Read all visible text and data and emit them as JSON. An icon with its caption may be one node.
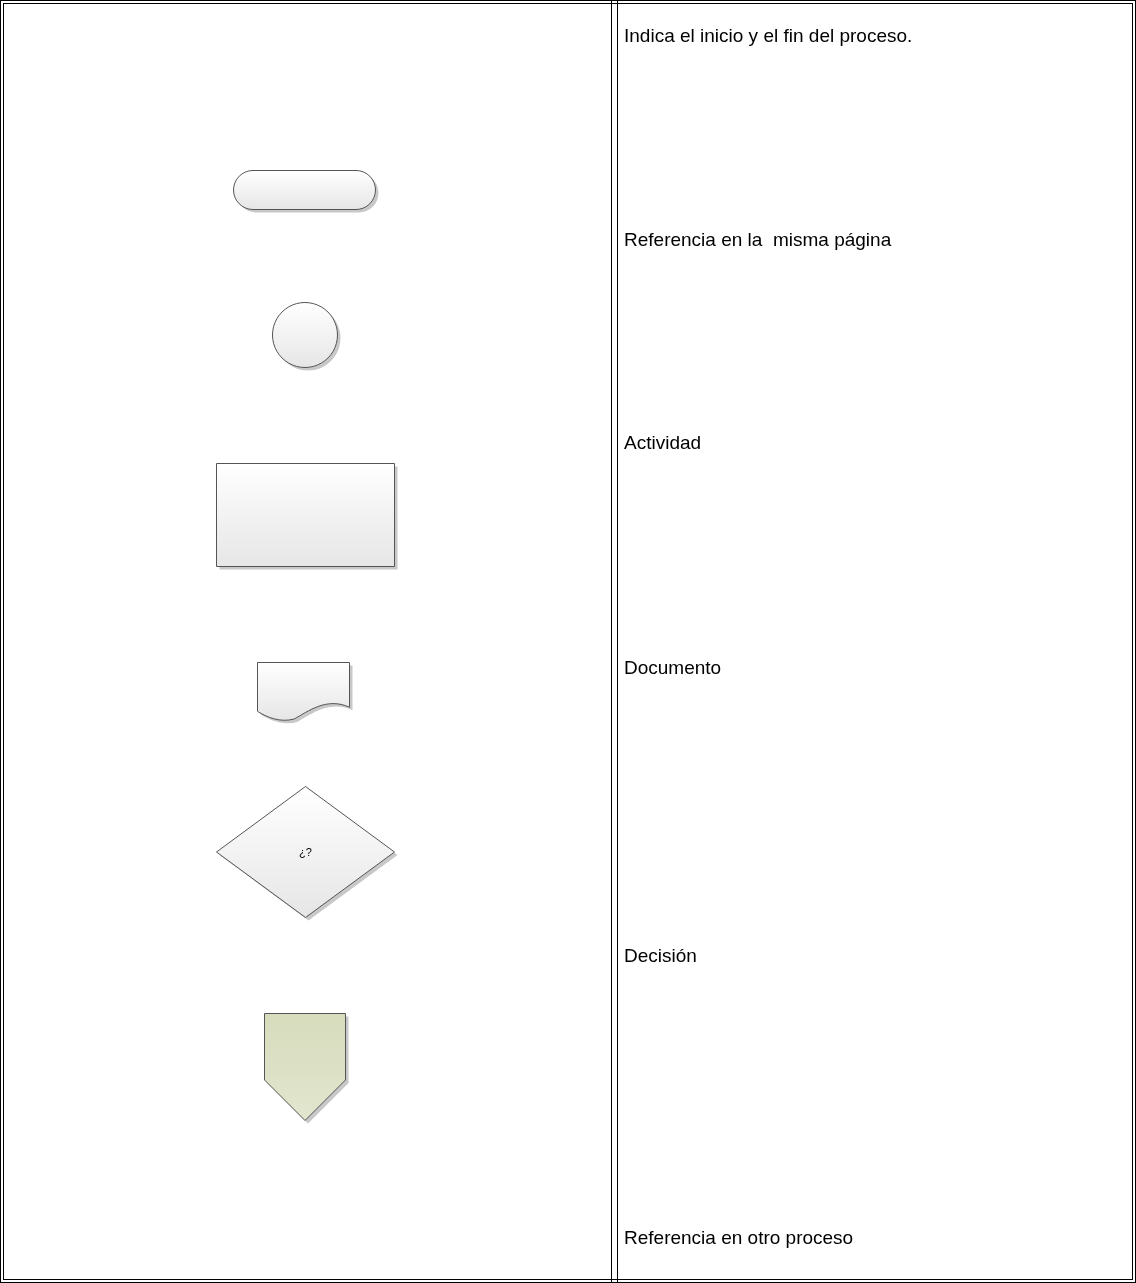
{
  "diagram": {
    "nodes": [
      {
        "text": [],
        "shape": "pill"
      },
      {
        "text": [],
        "shape": "circle"
      },
      {
        "text": [],
        "shape": "box"
      },
      {
        "text": [],
        "shape": "document"
      },
      {
        "text": [
          "¿?"
        ]
      },
      {
        "text": [],
        "shape": "pentagon"
      }
    ],
    "labels": [
      "Indica el inicio y el fin del proceso.",
      "Referencia en la  misma página",
      "Actividad",
      "Documento",
      "Decisión",
      "Referencia en otro proceso"
    ]
  }
}
